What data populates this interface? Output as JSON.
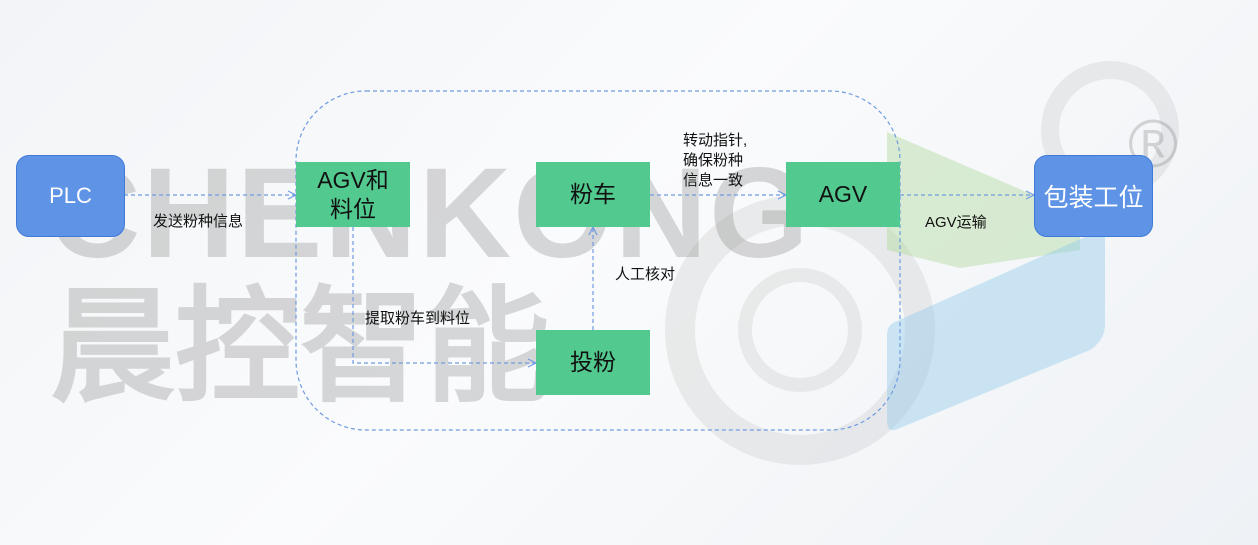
{
  "watermark": {
    "latin": "CHENKONG",
    "chinese": "晨控智能",
    "mark": "®"
  },
  "nodes": {
    "plc": "PLC",
    "agv_station_line1": "AGV和",
    "agv_station_line2": "料位",
    "powder_cart": "粉车",
    "agv": "AGV",
    "feeding": "投粉",
    "packing": "包装工位"
  },
  "edges": {
    "send_info": "发送粉种信息",
    "fetch_cart": "提取粉车到料位",
    "manual_check": "人工核对",
    "rotate_line1": "转动指针,",
    "rotate_line2": "确保粉种",
    "rotate_line3": "信息一致",
    "agv_transport": "AGV运输"
  },
  "colors": {
    "blue": "#5e93e6",
    "green": "#52c98f",
    "dash": "#6f9be0"
  }
}
